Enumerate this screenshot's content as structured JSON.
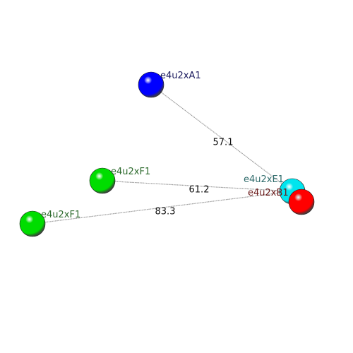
{
  "atoms": [
    {
      "id": "a1",
      "label": "e4u2xA1",
      "color": "#0000ff",
      "label_color": "#1a1a5e"
    },
    {
      "id": "f1a",
      "label": "e4u2xF1",
      "color": "#00dd00",
      "label_color": "#2e6b2e"
    },
    {
      "id": "f1b",
      "label": "e4u2xF1",
      "color": "#00dd00",
      "label_color": "#2e6b2e"
    },
    {
      "id": "e1",
      "label": "e4u2xE1",
      "color": "#00e5ee",
      "label_color": "#2f6b6b"
    },
    {
      "id": "b1",
      "label": "e4u2xB1",
      "color": "#ff0000",
      "label_color": "#6b1a1a"
    }
  ],
  "distances": [
    {
      "from": "a1",
      "to": "e1",
      "label": "57.1"
    },
    {
      "from": "f1a",
      "to": "e1",
      "label": "61.2"
    },
    {
      "from": "f1b",
      "to": "e1",
      "label": "83.3"
    }
  ]
}
